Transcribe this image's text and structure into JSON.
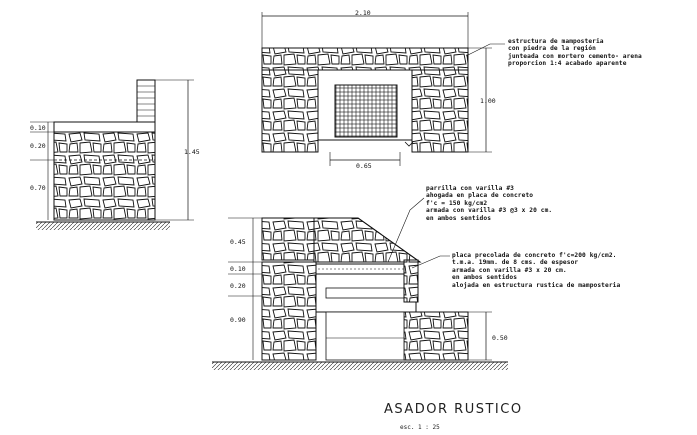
{
  "drawing": {
    "title": "ASADOR RUSTICO",
    "scale": "esc. 1 : 25"
  },
  "plan": {
    "width_dim": "2.10",
    "height_dim": "1.00",
    "opening_dim": "0.65"
  },
  "side_view": {
    "dims": [
      "0.10",
      "0.20",
      "0.70"
    ],
    "total_dim": "1.45"
  },
  "section": {
    "dims": [
      "0.45",
      "0.10",
      "0.20",
      "0.90"
    ],
    "right_dim": "0.50"
  },
  "notes": {
    "masonry": [
      "estructura de mamposteria",
      "con piedra de la región",
      "junteada con mortero cemento- arena",
      "proporcion 1:4 acabado aparente"
    ],
    "grill": [
      "parrilla con varilla #3",
      "ahogada en placa de concreto",
      "f'c = 150 kg/cm2",
      "armada con varilla #3 @3 x 20 cm.",
      "en ambos sentidos"
    ],
    "slab": [
      "placa precolada de concreto f'c=200 kg/cm2.",
      "t.m.a. 19mm. de 8 cms. de espesor",
      "armada con varilla #3 x 20 cm.",
      "en ambos sentidos",
      "alojada en estructura rustica de mamposteria"
    ]
  }
}
